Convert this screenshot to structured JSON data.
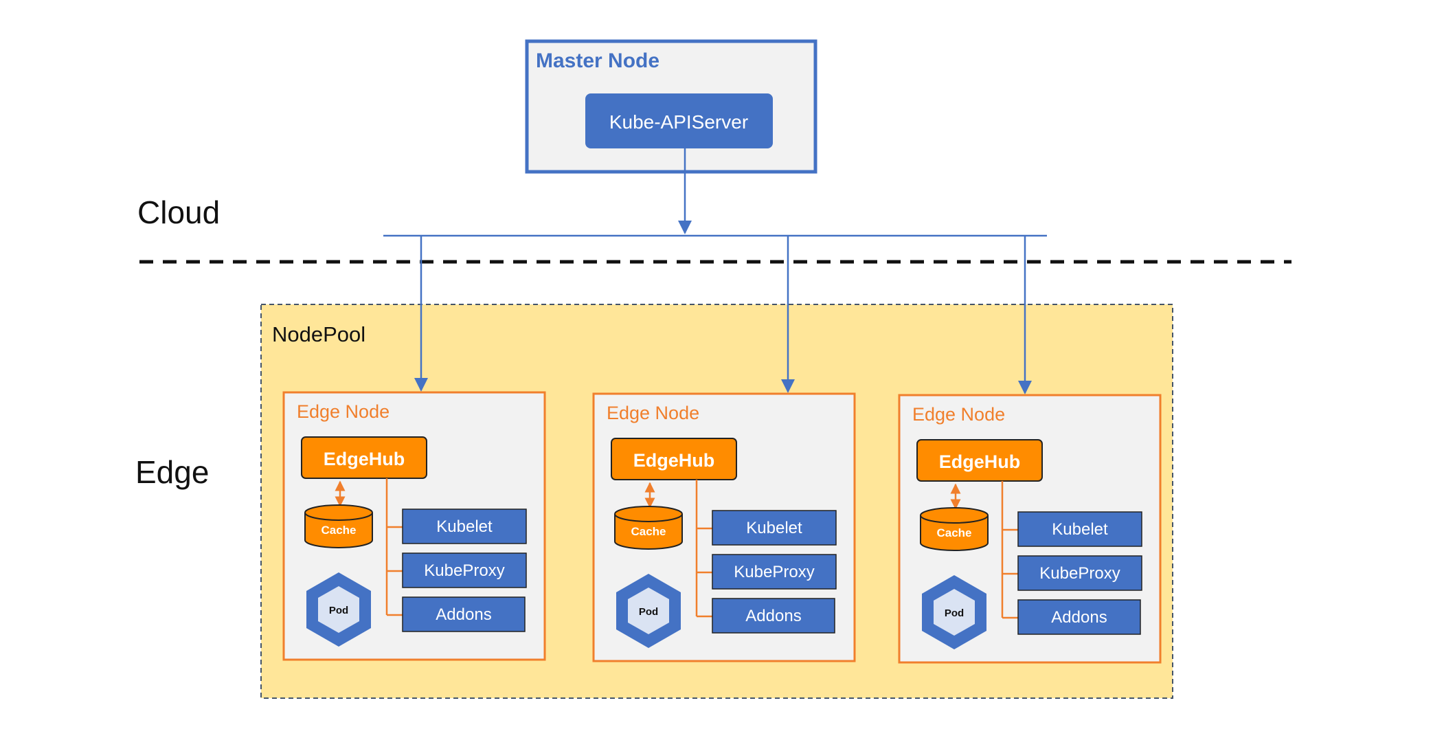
{
  "labels": {
    "cloud": "Cloud",
    "edge": "Edge"
  },
  "master": {
    "title": "Master Node",
    "apiserver": "Kube-APIServer"
  },
  "nodepool": {
    "title": "NodePool"
  },
  "edge_nodes": [
    {
      "title": "Edge Node",
      "hub": "EdgeHub",
      "cache": "Cache",
      "pod": "Pod",
      "components": [
        "Kubelet",
        "KubeProxy",
        "Addons"
      ]
    },
    {
      "title": "Edge Node",
      "hub": "EdgeHub",
      "cache": "Cache",
      "pod": "Pod",
      "components": [
        "Kubelet",
        "KubeProxy",
        "Addons"
      ]
    },
    {
      "title": "Edge Node",
      "hub": "EdgeHub",
      "cache": "Cache",
      "pod": "Pod",
      "components": [
        "Kubelet",
        "KubeProxy",
        "Addons"
      ]
    }
  ],
  "colors": {
    "blue": "#4472c4",
    "orange": "#ff8c00",
    "orange_border": "#f07f2c",
    "nodepool_fill": "#ffe699",
    "panel_fill": "#f2f2f2",
    "text_dark": "#111111"
  }
}
